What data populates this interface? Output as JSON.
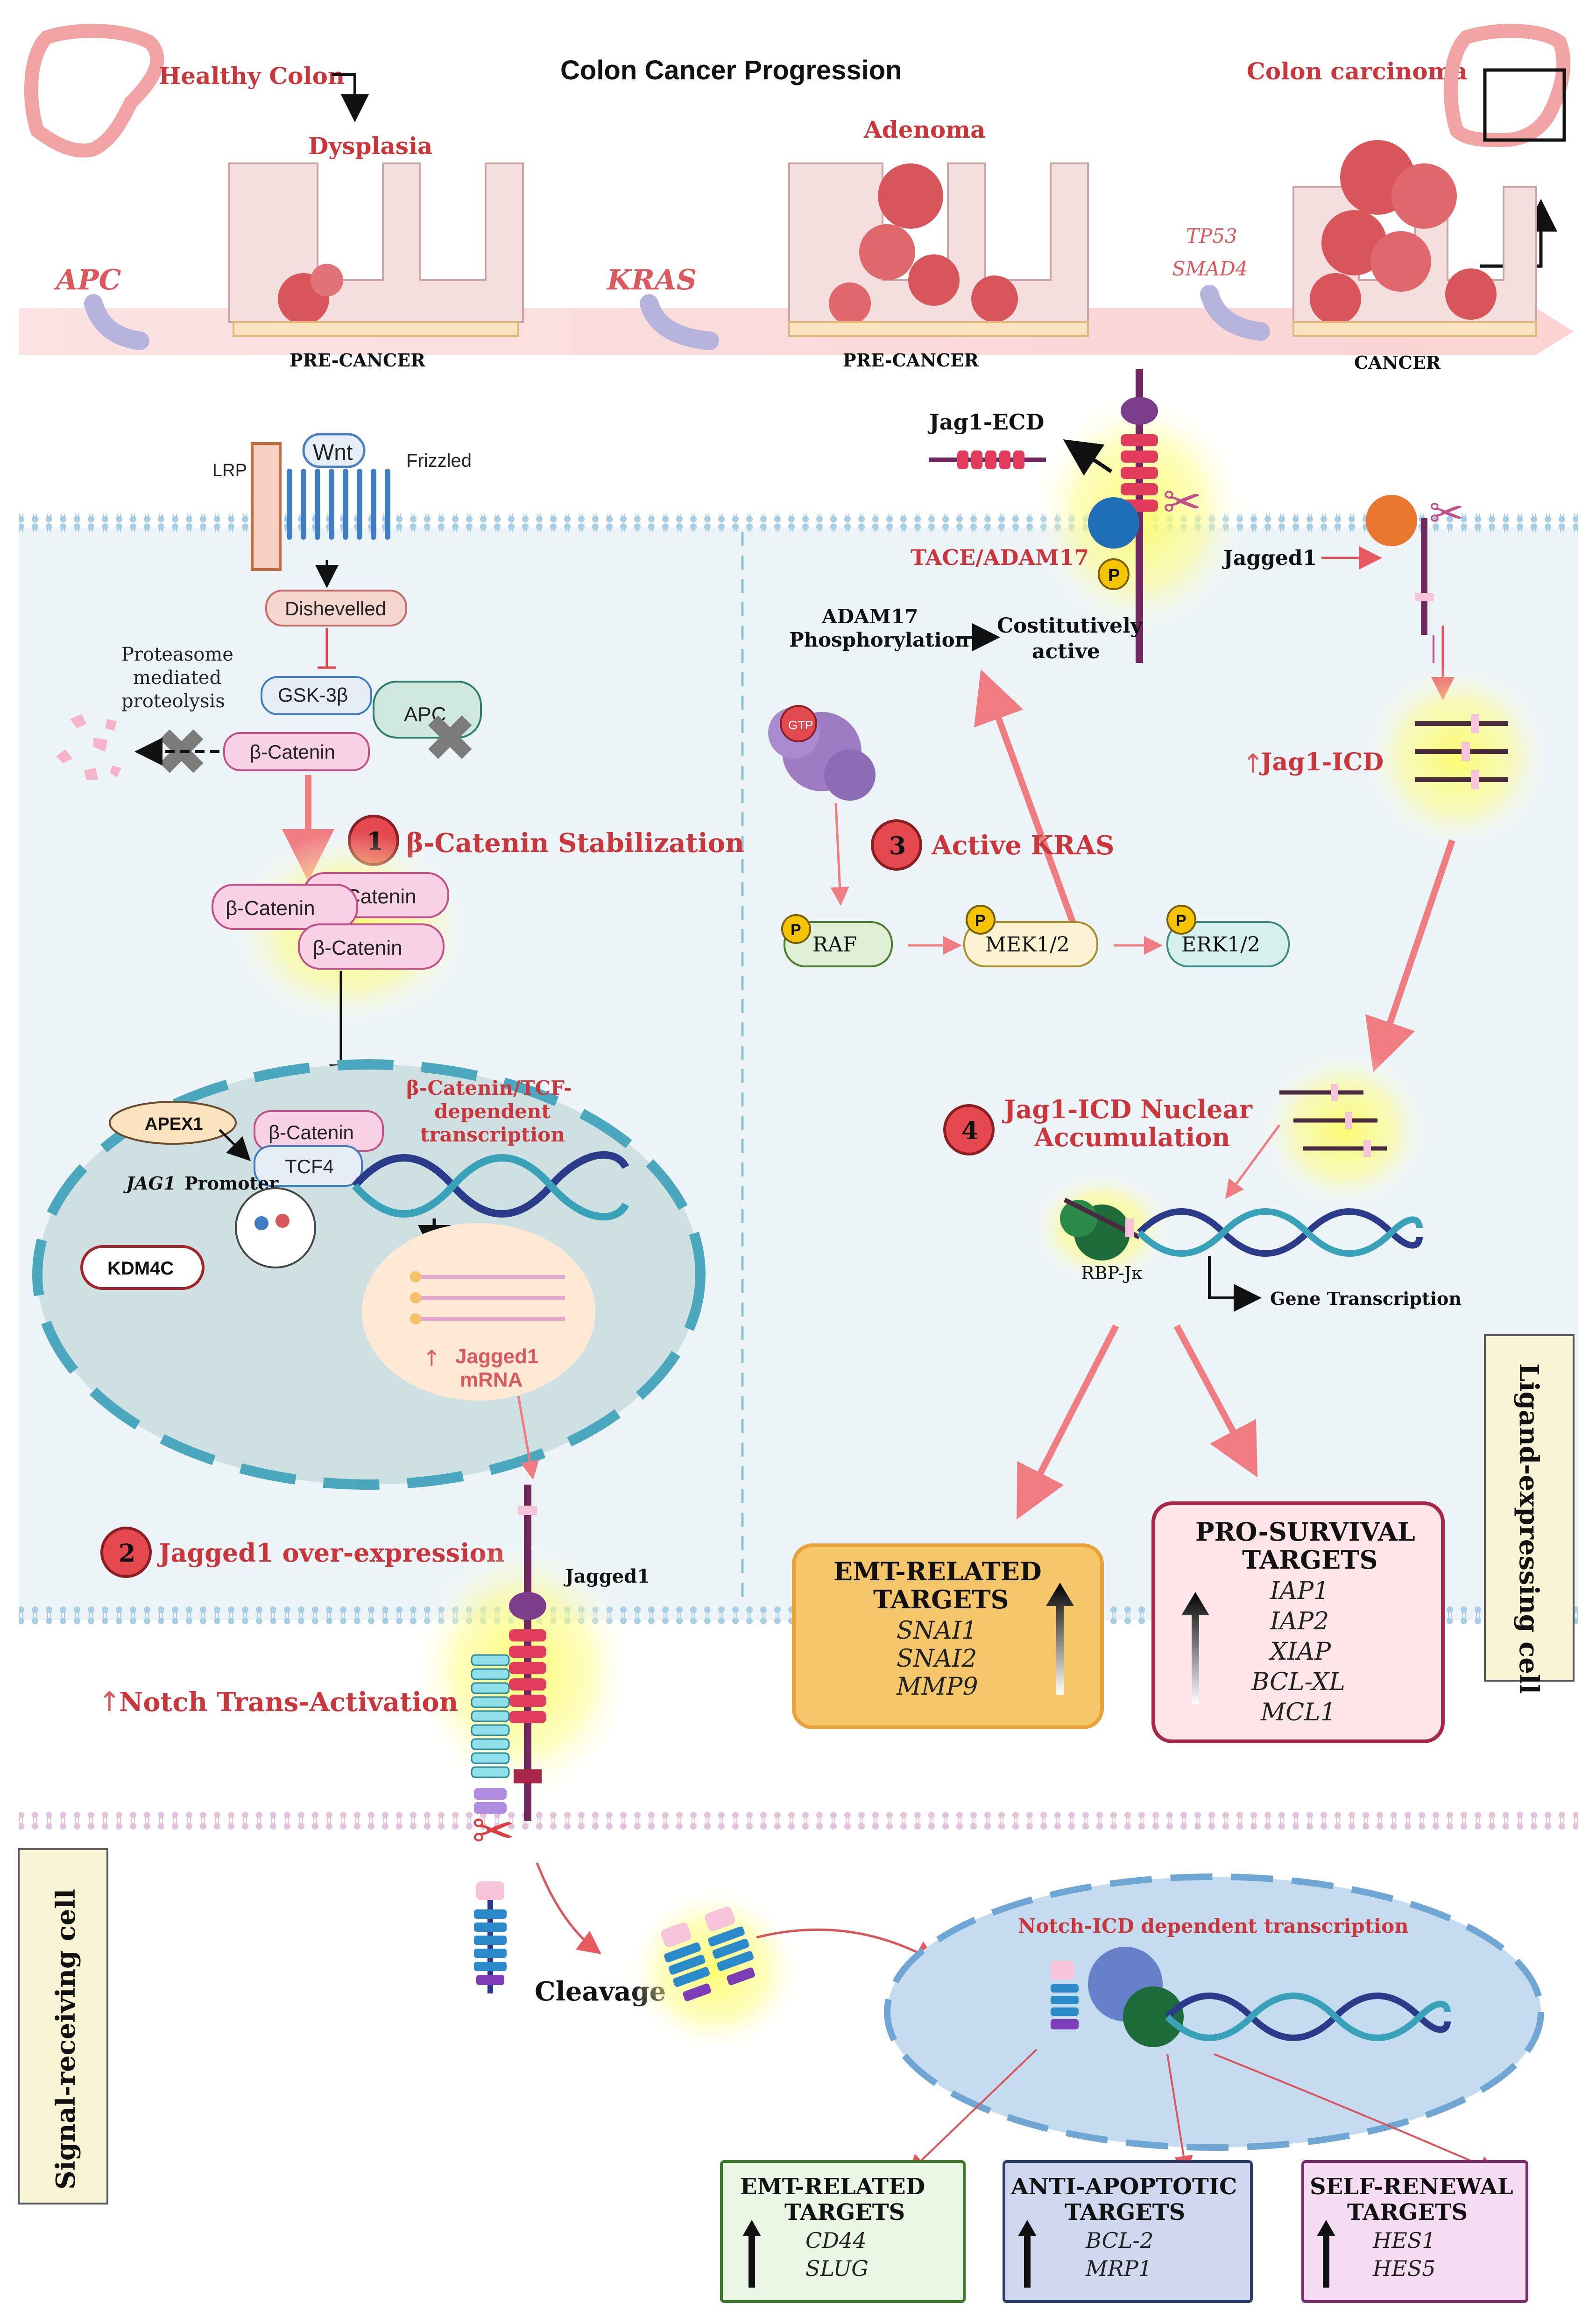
{
  "header": {
    "title": "Colon Cancer Progression",
    "healthy_colon": "Healthy Colon",
    "dysplasia": "Dysplasia",
    "adenoma": "Adenoma",
    "colon_carcinoma": "Colon carcinoma",
    "gene_apc": "APC",
    "gene_kras": "KRAS",
    "gene_tp53": "TP53",
    "gene_smad4": "SMAD4",
    "stage1": "PRE-CANCER",
    "stage2": "PRE-CANCER",
    "stage3": "CANCER"
  },
  "wnt": {
    "lrp": "LRP",
    "wnt": "Wnt",
    "frizzled": "Frizzled",
    "dishevelled": "Dishevelled",
    "gsk": "GSK-3β",
    "apc": "APC",
    "bcatenin": "β-Catenin",
    "proteasome": [
      "Proteasome",
      "mediated",
      "proteolysis"
    ]
  },
  "steps": {
    "s1_num": "1",
    "s1_label": "β-Catenin Stabilization",
    "s2_num": "2",
    "s2_label": "Jagged1 over-expression",
    "s3_num": "3",
    "s3_label": "Active KRAS",
    "s4_num": "4",
    "s4_label_line1": "Jag1-ICD Nuclear",
    "s4_label_line2": "Accumulation"
  },
  "nucleus1": {
    "bcat1": "β-Catenin",
    "bcat2": "β-Catenin",
    "bcat3": "β-Catenin",
    "bcat_tcf": "β-Catenin",
    "tcf4": "TCF4",
    "apex1": "APEX1",
    "jag1_promoter_gene": "JAG1",
    "jag1_promoter_word": "Promoter",
    "kdm4c": "KDM4C",
    "transcription_line1": "β-Catenin/TCF-",
    "transcription_line2": "dependent",
    "transcription_line3": "transcription",
    "mrna_line1": "Jagged1",
    "mrna_line2": "mRNA"
  },
  "kras": {
    "jag1_ecd": "Jag1-ECD",
    "tace": "TACE/ADAM17",
    "p": "P",
    "adam17_line1": "ADAM17",
    "adam17_line2": "Phosphorylation",
    "const_line1": "Costitutively",
    "const_line2": "active",
    "gtp": "GTP",
    "raf": "RAF",
    "mek": "MEK1/2",
    "erk": "ERK1/2",
    "jagged1_label": "Jagged1",
    "jag1_icd": "Jag1-ICD",
    "rbp": "RBP-Jκ",
    "gene_transcription": "Gene Transcription"
  },
  "emt1": {
    "title1": "EMT-RELATED",
    "title2": "TARGETS",
    "items": [
      "SNAI1",
      "SNAI2",
      "MMP9"
    ],
    "color": "#f5c76a"
  },
  "survival": {
    "title1": "PRO-SURVIVAL",
    "title2": "TARGETS",
    "items": [
      "IAP1",
      "IAP2",
      "XIAP",
      "BCL-XL",
      "MCL1"
    ],
    "color": "#fde5e8"
  },
  "ligand_cell": "Ligand-expressing cell",
  "signal_cell": "Signal-receiving cell",
  "jagged1_membrane": "Jagged1",
  "notch_trans": "Notch Trans-Activation",
  "cleavage": "Cleavage",
  "notch_icd": "Notch-ICD dependent transcription",
  "bottom": {
    "emt": {
      "title1": "EMT-RELATED",
      "title2": "TARGETS",
      "items": [
        "CD44",
        "SLUG"
      ]
    },
    "anti": {
      "title1": "ANTI-APOPTOTIC",
      "title2": "TARGETS",
      "items": [
        "BCL-2",
        "MRP1"
      ]
    },
    "self": {
      "title1": "SELF-RENEWAL",
      "title2": "TARGETS",
      "items": [
        "HES1",
        "HES5"
      ]
    }
  },
  "colors": {
    "accent_red": "#c9373d",
    "membrane": "#a8cfe6",
    "nucleus": "#cfe0e3",
    "notch_nucleus": "#c5dcf0",
    "glow": "#fdfc8a"
  }
}
